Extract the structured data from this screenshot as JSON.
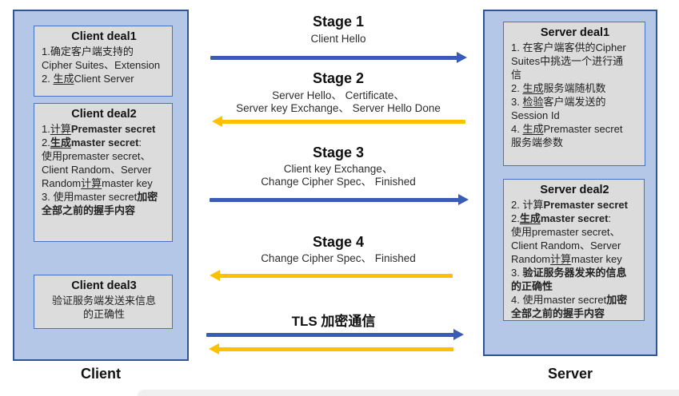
{
  "colors": {
    "blue": "#3B5CB4",
    "yellow": "#FFC000",
    "panel_fill": "#B4C7E7",
    "panel_border": "#2F5597",
    "box_fill": "#DCDCDC",
    "box_border": "#4472C4"
  },
  "client": {
    "label": "Client",
    "boxes": [
      {
        "title": "Client deal1",
        "lines": [
          [
            {
              "t": "1.确定客户端支持的"
            }
          ],
          [
            {
              "t": "Cipher Suites、Extension"
            }
          ],
          [
            {
              "t": "2. "
            },
            {
              "t": "生成",
              "u": true
            },
            {
              "t": "Client Server"
            }
          ]
        ]
      },
      {
        "title": "Client deal2",
        "lines": [
          [
            {
              "t": "1."
            },
            {
              "t": "计算",
              "u": true
            },
            {
              "t": "Premaster secret",
              "b": true
            }
          ],
          [
            {
              "t": "2."
            },
            {
              "t": "生成",
              "b": true,
              "u": true
            },
            {
              "t": "master secret",
              "b": true
            },
            {
              "t": ":"
            }
          ],
          [
            {
              "t": "使用premaster secret、"
            }
          ],
          [
            {
              "t": "Client Random、Server"
            }
          ],
          [
            {
              "t": "Random"
            },
            {
              "t": "计算",
              "u": true
            },
            {
              "t": "master key"
            }
          ],
          [
            {
              "t": "3. 使用master secret"
            },
            {
              "t": "加密",
              "b": true
            }
          ],
          [
            {
              "t": "全部之前的握手内容",
              "b": true
            }
          ]
        ]
      },
      {
        "title": "Client deal3",
        "lines": [
          [
            {
              "t": "验证服务端发送来信息"
            }
          ],
          [
            {
              "t": "的正确性"
            }
          ]
        ]
      }
    ]
  },
  "server": {
    "label": "Server",
    "boxes": [
      {
        "title": "Server deal1",
        "lines": [
          [
            {
              "t": "1. 在客户端客供的Cipher"
            }
          ],
          [
            {
              "t": "Suites中挑选一个进行通"
            }
          ],
          [
            {
              "t": "信"
            }
          ],
          [
            {
              "t": "2. "
            },
            {
              "t": "生成",
              "u": true
            },
            {
              "t": "服务端随机数"
            }
          ],
          [
            {
              "t": "3. "
            },
            {
              "t": "检验",
              "u": true
            },
            {
              "t": "客户端发送的"
            }
          ],
          [
            {
              "t": "Session Id"
            }
          ],
          [
            {
              "t": "4. "
            },
            {
              "t": "生成",
              "u": true
            },
            {
              "t": "Premaster secret"
            }
          ],
          [
            {
              "t": "服务端参数"
            }
          ]
        ]
      },
      {
        "title": "Server deal2",
        "lines": [
          [
            {
              "t": "2. 计算"
            },
            {
              "t": "Premaster secret",
              "b": true
            }
          ],
          [
            {
              "t": "2."
            },
            {
              "t": "生成",
              "b": true,
              "u": true
            },
            {
              "t": "master secret",
              "b": true
            },
            {
              "t": ":"
            }
          ],
          [
            {
              "t": "使用premaster secret、"
            }
          ],
          [
            {
              "t": "Client Random、Server"
            }
          ],
          [
            {
              "t": "Random"
            },
            {
              "t": "计算",
              "u": true
            },
            {
              "t": "master key"
            }
          ],
          [
            {
              "t": "3. "
            },
            {
              "t": "验证服务器发来的信息",
              "b": true
            }
          ],
          [
            {
              "t": "的正确性",
              "b": true
            }
          ],
          [
            {
              "t": "4. 使用master secret"
            },
            {
              "t": "加密",
              "b": true
            }
          ],
          [
            {
              "t": "全部之前的握手内容",
              "b": true
            }
          ]
        ]
      }
    ]
  },
  "stages": [
    {
      "title": "Stage 1",
      "lines": [
        "Client Hello"
      ],
      "arrow": {
        "dir": "right",
        "color": "blue"
      }
    },
    {
      "title": "Stage 2",
      "lines": [
        "Server Hello、 Certificate、",
        "Server key Exchange、 Server Hello Done"
      ],
      "arrow": {
        "dir": "left",
        "color": "yellow"
      }
    },
    {
      "title": "Stage 3",
      "lines": [
        "Client key Exchange、",
        "Change Cipher Spec、 Finished"
      ],
      "arrow": {
        "dir": "right",
        "color": "blue"
      }
    },
    {
      "title": "Stage 4",
      "lines": [
        "Change Cipher Spec、 Finished"
      ],
      "arrow": {
        "dir": "left",
        "color": "yellow"
      }
    }
  ],
  "tls": {
    "title": "TLS 加密通信",
    "arrows": [
      {
        "dir": "right",
        "color": "blue"
      },
      {
        "dir": "left",
        "color": "yellow"
      }
    ]
  }
}
